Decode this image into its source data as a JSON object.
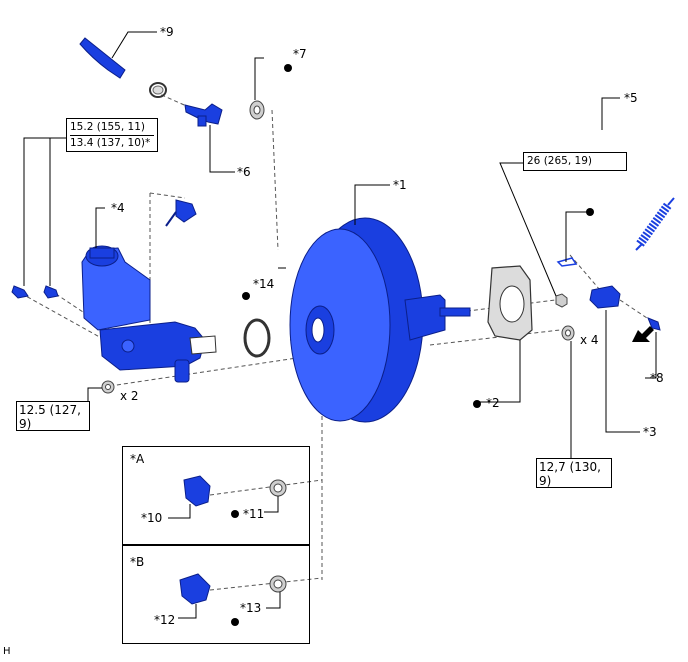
{
  "labels": {
    "p1": "*1",
    "p2": "*2",
    "p3": "*3",
    "p4": "*4",
    "p5": "*5",
    "p6": "*6",
    "p7": "*7",
    "p8": "*8",
    "p9": "*9",
    "p10": "*10",
    "p11": "*11",
    "p12": "*12",
    "p13": "*13",
    "p14": "*14"
  },
  "torque": {
    "line_fitting_a": "15.2 (155, 11)",
    "line_fitting_b": "13.4 (137, 10)*",
    "master_cyl_nut": "12.5 (127, 9)",
    "clevis_nut": "26 (265, 19)",
    "booster_nut": "12,7 (130, 9)"
  },
  "quantities": {
    "master_cyl_nuts": "x 2",
    "booster_nuts": "x 4"
  },
  "insets": {
    "a": "*A",
    "b": "*B"
  },
  "corner_code": "H"
}
